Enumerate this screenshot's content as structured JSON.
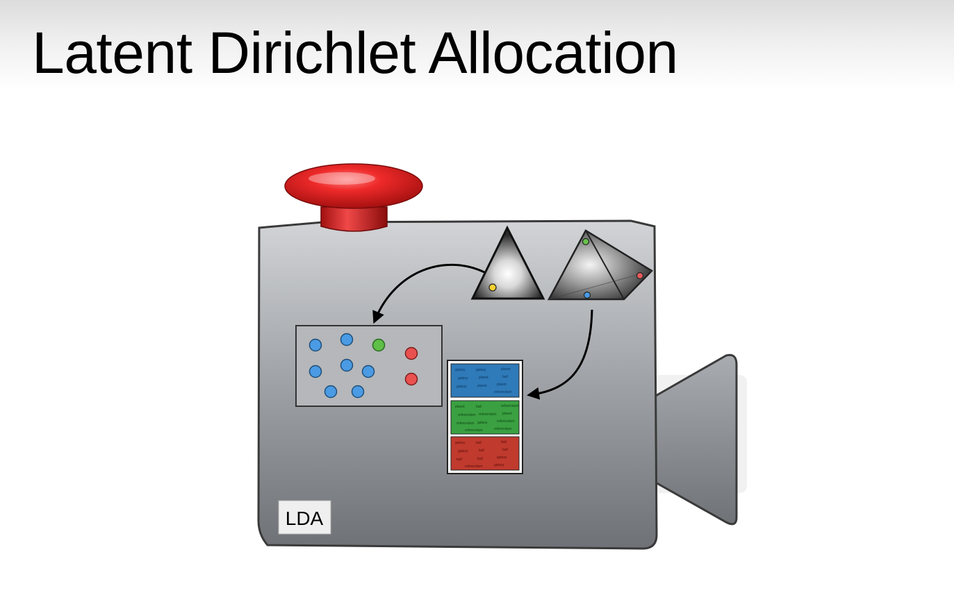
{
  "slide": {
    "title": "Latent Dirichlet Allocation"
  },
  "machine": {
    "label": "LDA",
    "body_color": "#8c8f93",
    "button_color": "#e0191d"
  },
  "dirichlet_triangles": [
    {
      "name": "document-topic-triangle",
      "points": [
        "#f2d033"
      ]
    },
    {
      "name": "topic-word-simplex",
      "points": [
        "#6ac24d",
        "#e95b5b",
        "#4a9be3"
      ]
    }
  ],
  "document_dots": {
    "blue": "#4a9be3",
    "green": "#5fbf48",
    "red": "#e9514f"
  },
  "topic_word_lists": [
    {
      "name": "topic-blue",
      "color": "#2f7ab8",
      "text_color": "#0d3a66",
      "words": [
        "galaxy",
        "galaxy",
        "planet",
        "galaxy",
        "planet",
        "ball",
        "galaxy",
        "planet",
        "planet",
        "referendum"
      ]
    },
    {
      "name": "topic-green",
      "color": "#3aa041",
      "text_color": "#0f4a14",
      "words": [
        "planet",
        "ball",
        "referendum",
        "referendum",
        "referendum",
        "planet",
        "referendum",
        "galaxy",
        "referendum",
        "referendum",
        "referendum"
      ]
    },
    {
      "name": "topic-red",
      "color": "#c03a2e",
      "text_color": "#5c0f0a",
      "words": [
        "galaxy",
        "ball",
        "ball",
        "galaxy",
        "ball",
        "ball",
        "ball",
        "ball",
        "galaxy",
        "galaxy",
        "referendum"
      ]
    }
  ]
}
